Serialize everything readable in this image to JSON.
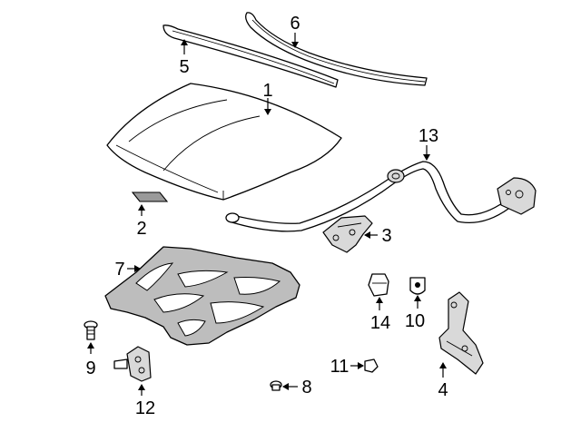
{
  "callouts": [
    {
      "id": "1",
      "label": "1"
    },
    {
      "id": "2",
      "label": "2"
    },
    {
      "id": "3",
      "label": "3"
    },
    {
      "id": "4",
      "label": "4"
    },
    {
      "id": "5",
      "label": "5"
    },
    {
      "id": "6",
      "label": "6"
    },
    {
      "id": "7",
      "label": "7"
    },
    {
      "id": "8",
      "label": "8"
    },
    {
      "id": "9",
      "label": "9"
    },
    {
      "id": "10",
      "label": "10"
    },
    {
      "id": "11",
      "label": "11"
    },
    {
      "id": "12",
      "label": "12"
    },
    {
      "id": "13",
      "label": "13"
    },
    {
      "id": "14",
      "label": "14"
    }
  ],
  "colors": {
    "line": "#000000",
    "background": "#ffffff",
    "shade": "#d9d9d9",
    "insulator": "#bdbdbd"
  }
}
